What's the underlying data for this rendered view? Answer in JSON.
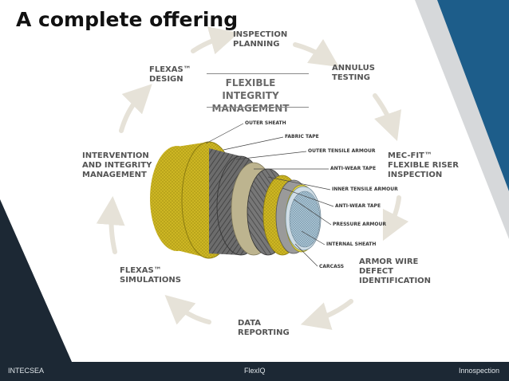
{
  "slide": {
    "title": "A complete offering"
  },
  "center": {
    "title": "FLEXIBLE INTEGRITY\nMANAGEMENT"
  },
  "cycle_steps": [
    "INSPECTION\nPLANNING",
    "ANNULUS\nTESTING",
    "MEC-FIT™\nFLEXIBLE RISER\nINSPECTION",
    "ARMOR WIRE\nDEFECT\nIDENTIFICATION",
    "DATA\nREPORTING",
    "FLEXAS™\nSIMULATIONS",
    "INTERVENTION\nAND INTEGRITY\nMANAGEMENT",
    "FLEXAS™\nDESIGN"
  ],
  "pipe_layers": [
    "OUTER SHEATH",
    "FABRIC TAPE",
    "OUTER TENSILE ARMOUR",
    "ANTI-WEAR TAPE",
    "INNER TENSILE ARMOUR",
    "ANTI-WEAR TAPE",
    "PRESSURE ARMOUR",
    "INTERNAL SHEATH",
    "CARCASS"
  ],
  "footer": {
    "left": "INTECSEA",
    "center": "FlexIQ",
    "right": "Innospection"
  },
  "colors": {
    "navy": "#1c2834",
    "accent_blue": "#1d5d8a",
    "arrow": "#e6e2d8",
    "label_text": "#545454",
    "pipe_yellow": "#c9b11e"
  }
}
